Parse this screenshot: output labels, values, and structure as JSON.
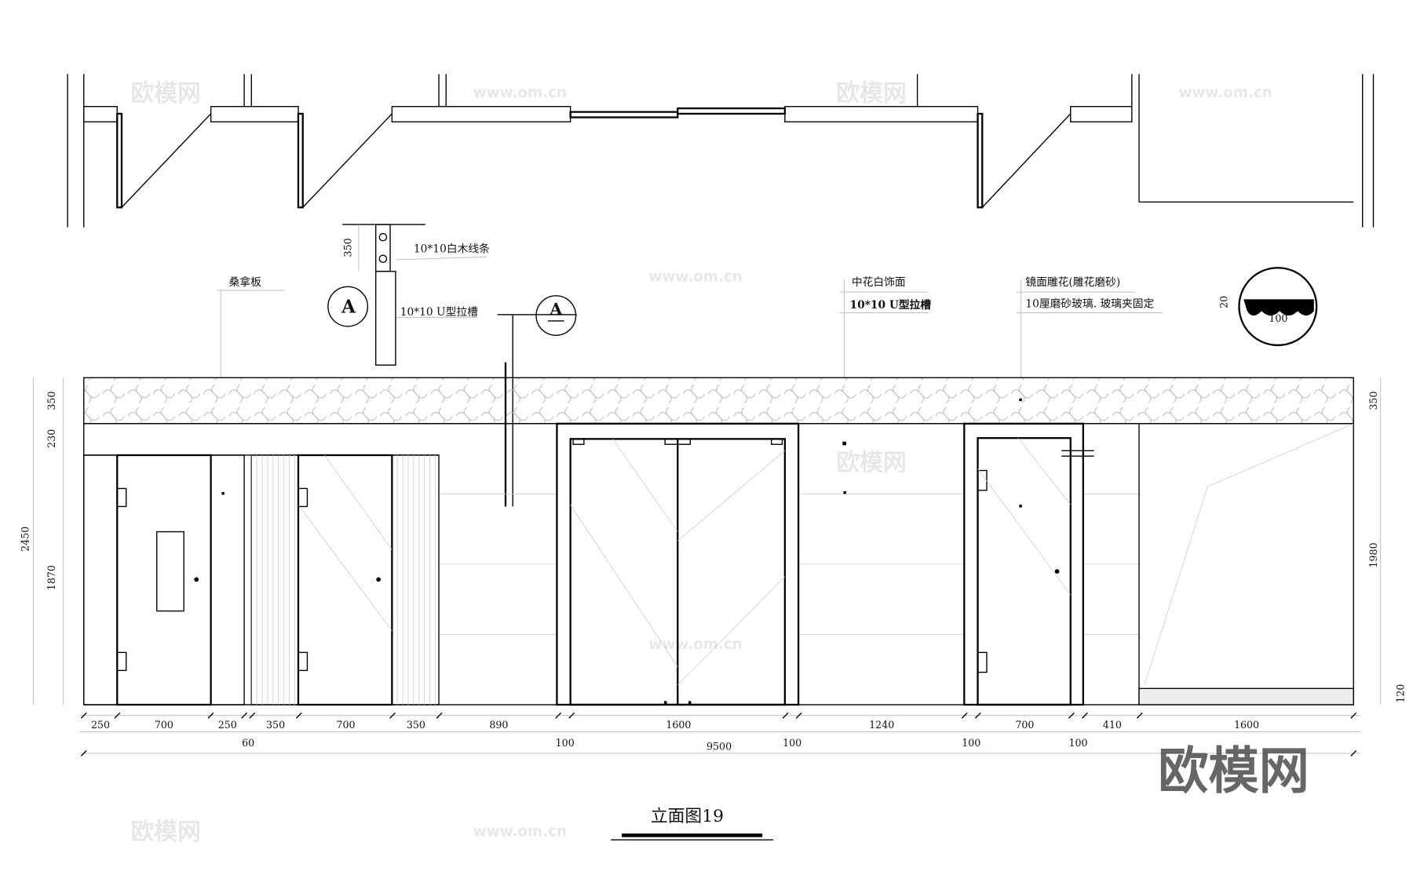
{
  "title": "立面图19",
  "annotations": {
    "sauna_board": "桑拿板",
    "white_wood_strip": "10*10白木线条",
    "u_groove_left": "10*10 U型拉槽",
    "marble_face": "中花白饰面",
    "u_groove_right": "10*10 U型拉槽",
    "mirror_carving": "镜面雕花(雕花磨砂)",
    "frosted_glass": "10厘磨砂玻璃. 玻璃夹固定",
    "section_symbol": "A",
    "section_dim": "350",
    "detail_height": "20",
    "detail_width": "100"
  },
  "left_dims": [
    "350",
    "230",
    "2450",
    "1870"
  ],
  "right_dims": [
    "350",
    "1980",
    "120"
  ],
  "bottom_dims": [
    {
      "value": 250,
      "row": 1
    },
    {
      "value": 700,
      "row": 1
    },
    {
      "value": 250,
      "row": 1
    },
    {
      "value": 60,
      "row": 2
    },
    {
      "value": 350,
      "row": 1
    },
    {
      "value": 700,
      "row": 1
    },
    {
      "value": 350,
      "row": 1
    },
    {
      "value": 890,
      "row": 1
    },
    {
      "value": 100,
      "row": 2
    },
    {
      "value": 1600,
      "row": 1
    },
    {
      "value": 100,
      "row": 2
    },
    {
      "value": 1240,
      "row": 1
    },
    {
      "value": 100,
      "row": 2
    },
    {
      "value": 700,
      "row": 1
    },
    {
      "value": 100,
      "row": 2
    },
    {
      "value": 410,
      "row": 1
    },
    {
      "value": 1600,
      "row": 1
    }
  ],
  "total_dim": "9500",
  "watermark": {
    "logo": "欧模网",
    "url": "www.om.cn"
  }
}
